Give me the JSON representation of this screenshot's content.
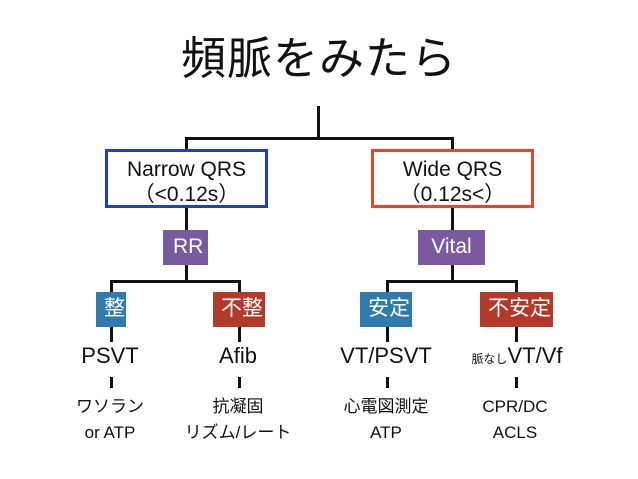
{
  "title": "頻脈をみたら",
  "colors": {
    "narrow_border": "#1f40c4",
    "wide_border": "#e8452b",
    "criterion_chip": "#7a5a9e",
    "regular_chip": "#2f7cac",
    "irregular_chip": "#b33a2b",
    "text": "#111111",
    "background": "#ffffff"
  },
  "branches": {
    "narrow": {
      "box_line1": "Narrow QRS",
      "box_line2": "（<0.12s）",
      "criterion": "RR",
      "left": {
        "chip": "整",
        "diagnosis": "PSVT",
        "treatment_line1": "ワソラン",
        "treatment_line2": "or ATP"
      },
      "right": {
        "chip": "不整",
        "diagnosis": "Afib",
        "treatment_line1": "抗凝固",
        "treatment_line2": "リズム/レート"
      }
    },
    "wide": {
      "box_line1": "Wide QRS",
      "box_line2": "（0.12s<）",
      "criterion": "Vital",
      "left": {
        "chip": "安定",
        "diagnosis": "VT/PSVT",
        "treatment_line1": "心電図測定",
        "treatment_line2": "ATP"
      },
      "right": {
        "chip": "不安定",
        "diagnosis_prefix": "脈なし",
        "diagnosis": "VT/Vf",
        "treatment_line1": "CPR/DC",
        "treatment_line2": "ACLS"
      }
    }
  }
}
